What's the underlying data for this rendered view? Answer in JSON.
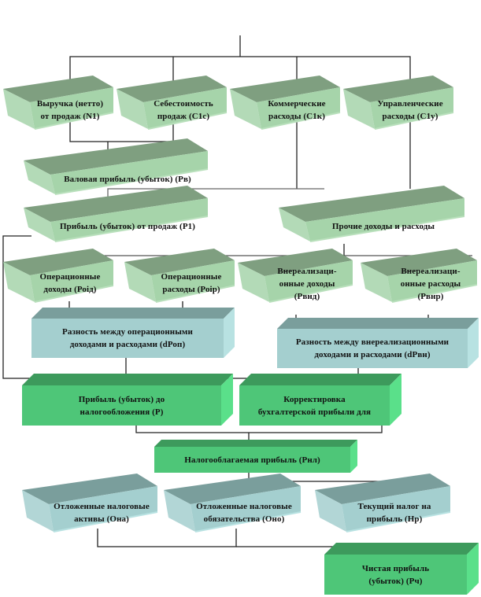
{
  "diagram": {
    "colors": {
      "light_green_front": "#a6d4aa",
      "light_green_top": "#7f9f80",
      "teal_front": "#a4cfcf",
      "teal_top": "#7a9e9c",
      "green_front": "#4ec678",
      "green_top": "#3d9a5c",
      "green_side": "#5ae08a",
      "line": "#222222"
    },
    "nodes": {
      "revenue": [
        "Выручка  (нетто)",
        "от продаж  (N1)"
      ],
      "cost_of_sales": [
        "Себестоимость",
        "продаж  (С1с)"
      ],
      "commercial_expenses": [
        "Коммерческие",
        "расходы  (С1к)"
      ],
      "admin_expenses": [
        "Управленческие",
        "расходы  (С1у)"
      ],
      "gross_profit": [
        "Валовая прибыль  (убыток)  (Рв)"
      ],
      "sales_profit": [
        "Прибыль  (убыток)  от продаж  (Р1)"
      ],
      "other_income_expenses": [
        "Прочие  доходы и расходы"
      ],
      "operating_income": [
        "Операционные",
        "доходы (Роiд)"
      ],
      "operating_expenses": [
        "Операционные",
        "расходы  (Роiр)"
      ],
      "nonoperating_income": [
        "Внереализаци-",
        "онные  доходы",
        "(Рвнд)"
      ],
      "nonoperating_expenses": [
        "Внереализаци-",
        "онные  расходы",
        "(Рвнр)"
      ],
      "operating_diff": [
        "Разность  между операционными",
        "доходами  и расходами  (dРоп)"
      ],
      "nonoperating_diff": [
        "Разность между внереализационными",
        "доходами и расходами (dРвн)"
      ],
      "pretax_profit": [
        "Прибыль  (убыток)  до",
        "налогообложения  (Р)"
      ],
      "accounting_adjustment": [
        "Корректировка",
        "бухгалтерской  прибыли  для"
      ],
      "taxable_profit": [
        "Налогооблагаемая  прибыль  (Рнл)"
      ],
      "deferred_tax_assets": [
        "Отложенные  налоговые",
        "активы  (Она)"
      ],
      "deferred_tax_liabilities": [
        "Отложенные  налоговые",
        "обязательства  (Оно)"
      ],
      "current_tax": [
        "Текущий  налог на",
        "прибыль  (Нр)"
      ],
      "net_profit": [
        "Чистая прибыль",
        "(убыток)  (Рч)"
      ]
    }
  }
}
